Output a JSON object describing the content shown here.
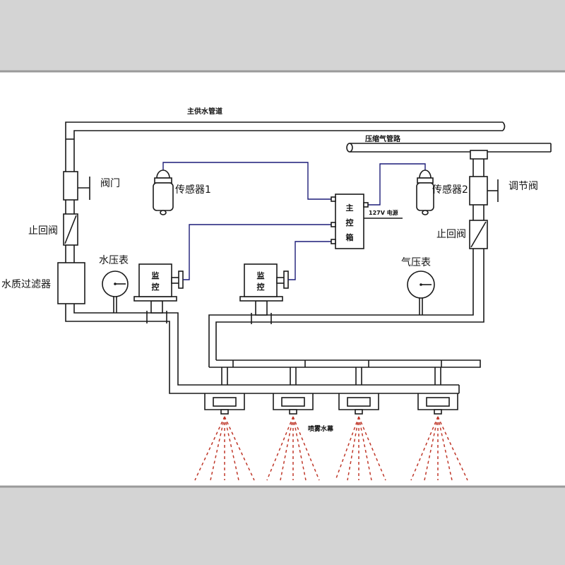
{
  "diagram": {
    "main_water_pipe": "主供水管道",
    "compressed_air_pipe": "压缩气管路",
    "valve": "阀门",
    "check_valve_left": "止回阀",
    "water_filter": "水质过滤器",
    "water_pressure_gauge": "水压表",
    "sensor_1": "传感器1",
    "monitor_1": [
      "监",
      "控"
    ],
    "monitor_2": [
      "监",
      "控"
    ],
    "controller": [
      "主",
      "控",
      "箱"
    ],
    "power_supply": "127V 电源",
    "sensor_2": "传感器2",
    "regulating_valve": "调节阀",
    "check_valve_right": "止回阀",
    "air_pressure_gauge": "气压表",
    "spray_curtain": "喷雾水幕"
  },
  "colors": {
    "page_background": "#ffffff",
    "band": "#d4d4d4",
    "band_border": "#9a9a9a",
    "pipe": "#1a1a1a",
    "signal_line": "#1c1c78",
    "spray": "#c0392b"
  }
}
